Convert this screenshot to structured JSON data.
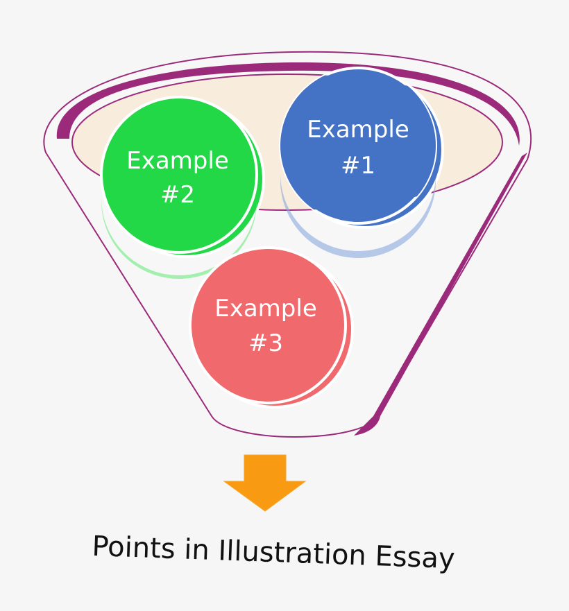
{
  "colors": {
    "funnel_rim": "#9c2a7a",
    "funnel_body": "#f7f7f7",
    "funnel_inner": "#f8ecdd",
    "arrow": "#f99b12",
    "blue": "#4472c4",
    "green": "#22d846",
    "red": "#f0696c"
  },
  "bubbles": [
    {
      "line1": "Example",
      "line2": "#1",
      "color": "blue-icon"
    },
    {
      "line1": "Example",
      "line2": "#2",
      "color": "green-icon"
    },
    {
      "line1": "Example",
      "line2": "#3",
      "color": "red-icon"
    }
  ],
  "caption": "Points in Illustration Essay"
}
